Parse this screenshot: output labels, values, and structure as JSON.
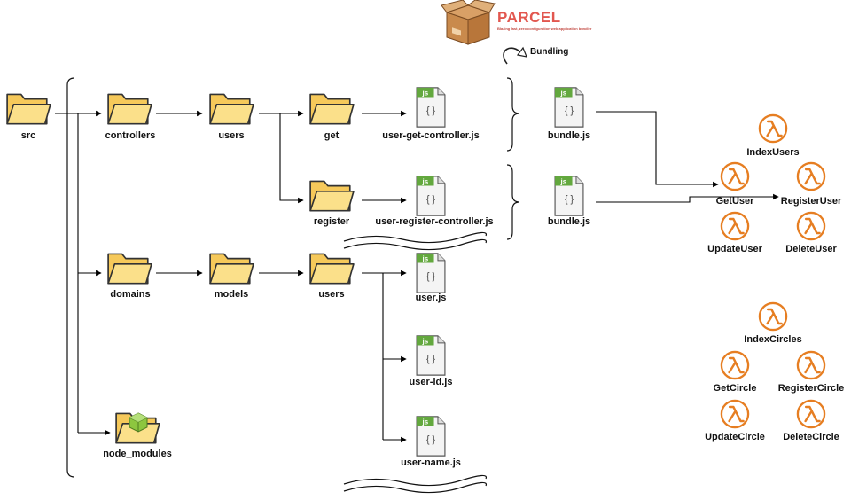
{
  "parcel": {
    "title": "PARCEL",
    "tagline": "Blazing fast, zero configuration web application bundler",
    "bundling_label": "Bundling"
  },
  "folders": {
    "src": "src",
    "controllers": "controllers",
    "users_controllers": "users",
    "get": "get",
    "register": "register",
    "domains": "domains",
    "models": "models",
    "users_models": "users",
    "node_modules": "node_modules"
  },
  "files": {
    "user_get_controller": "user-get-controller.js",
    "user_register_controller": "user-register-controller.js",
    "user": "user.js",
    "user_id": "user-id.js",
    "user_name": "user-name.js",
    "bundle_get": "bundle.js",
    "bundle_register": "bundle.js",
    "js_badge": "js",
    "braces": "{ }"
  },
  "lambdas_users": {
    "index": "IndexUsers",
    "get": "GetUser",
    "register": "RegisterUser",
    "update": "UpdateUser",
    "delete": "DeleteUser"
  },
  "lambdas_circles": {
    "index": "IndexCircles",
    "get": "GetCircle",
    "register": "RegisterCircle",
    "update": "UpdateCircle",
    "delete": "DeleteCircle"
  },
  "icons": {
    "folder": "folder-icon",
    "js_file": "js-file-icon",
    "lambda": "lambda-icon",
    "node_modules_folder": "node-folder-icon",
    "parcel_box": "parcel-box-icon",
    "bundling_arrow": "rotate-arrow-icon"
  },
  "colors": {
    "folder": "#f8d26f",
    "folder_stroke": "#3a3a3a",
    "js_badge": "#63a83e",
    "lambda": "#e67e22",
    "parcel_red": "#e2574f",
    "node_green": "#7cc242"
  }
}
